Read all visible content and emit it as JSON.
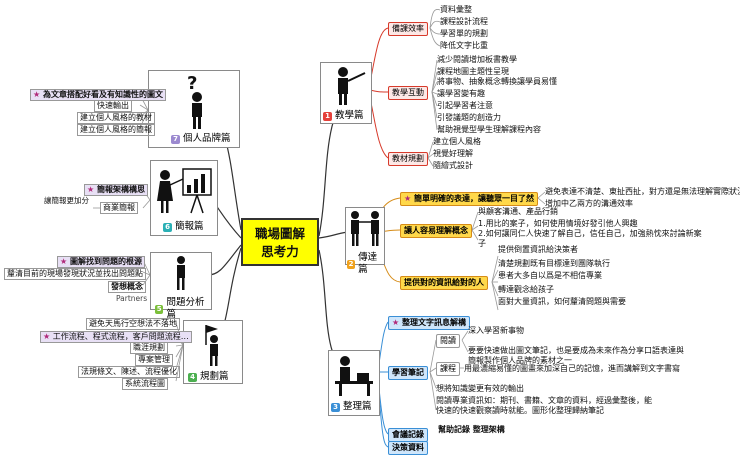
{
  "title": {
    "line1": "職場圖解",
    "line2": "思考力"
  },
  "topics": {
    "t1": {
      "num": "1",
      "label": "教學篇"
    },
    "t2": {
      "num": "2",
      "label": "傳達篇"
    },
    "t3": {
      "num": "3",
      "label": "整理篇"
    },
    "t4": {
      "num": "4",
      "label": "規劃篇"
    },
    "t5": {
      "num": "5",
      "label": "問題分析篇"
    },
    "t6": {
      "num": "6",
      "label": "簡報篇"
    },
    "t7": {
      "num": "7",
      "label": "個人品牌篇"
    }
  },
  "teaching": {
    "efficiency": "備課效率",
    "eff_items": [
      "資料彙整",
      "課程設計流程",
      "學習單的規劃",
      "降低文字比重"
    ],
    "interaction": "教學互動",
    "int_items": [
      "減少閱讀增加板書教學",
      "課程地圖主題性呈現",
      "將事物、抽象概念轉換讓學員易懂",
      "讓學習變有趣",
      "引起學習者注意",
      "引發議題的創造力",
      "幫助視覺型學生理解課程內容"
    ],
    "materials": "教材規劃",
    "mat_items": [
      "建立個人風格",
      "視覺好理解",
      "隨繪式設計"
    ]
  },
  "convey": {
    "b1": "簡單明確的表達，讓聽眾一目了然",
    "b1_items": [
      "避免表達不清楚、東扯西扯，對方還是無法理解實際狀況",
      "增加中乙兩方的溝通效率"
    ],
    "b2": "讓人容易理解概念",
    "b2_items": [
      "與顧客溝通、產品行銷",
      "1.用比的案子，如何使用情境好發引他人興趣",
      "2.如何讓同仁人快速了解自己，信任自己，加強熱忱來討論新案子"
    ],
    "b3": "提供對的資訊給對的人",
    "b3_items": [
      "提供倒置資訊給決策者",
      "清楚規劃既有目標達到團隊執行",
      "患者大多自以爲是不相信專業",
      "轉達觀念給孩子",
      "面對大量資訊，如何釐清問題與需要"
    ]
  },
  "organize": {
    "b1": "整理文字訊息解構",
    "b2": "學習筆記",
    "reading": "閱讀",
    "reading_items": [
      "深入學習新事物",
      "要要快速做出圖文筆記，也是要成為未來作為分享口語表達與簡報製作個人品牌的素材之一"
    ],
    "course": "課程",
    "course_items": [
      "用最濃縮易懂的圖畫來加深自己的記憶，進而講解到文字書寫"
    ],
    "notes": [
      "想將知識變更有效的輸出",
      "閱讀專業資訊如：期刊、書籍、文章的資料，經過彙整後，能快速的快速觀察讀時就能。圖形化整理歸納筆記"
    ],
    "b3": "會議記錄",
    "b3_item": "幫助記錄 整理架構",
    "b4": "決策資料"
  },
  "planning": {
    "items": [
      "避免天馬行空想法不落地",
      "工作流程、程式流程，客戶問題流程…",
      "職涯規劃",
      "專案管理",
      "法規條文、陳述、流程優化",
      "系統流程圖"
    ]
  },
  "problem": {
    "items": [
      "圖解找到問題的根源",
      "釐清目前的現場發現狀況並找出問題點",
      "發想概念"
    ],
    "partners": "Partners"
  },
  "presentation": {
    "items": [
      "簡報架構構思",
      "商業簡報"
    ],
    "extra": "讓簡報更加分"
  },
  "brand": {
    "items": [
      "為文章搭配好看及有知識性的圖文",
      "快速輸出",
      "建立個人風格的教材",
      "建立個人風格的簡報"
    ]
  },
  "colors": {
    "t1": "#e5403a",
    "t2": "#f0a21c",
    "t3": "#3a8fd6",
    "t4": "#4caf50",
    "t5": "#7bbf3a",
    "t6": "#2bb0b5",
    "t7": "#9c8ad0",
    "accent": "#ffff00"
  }
}
